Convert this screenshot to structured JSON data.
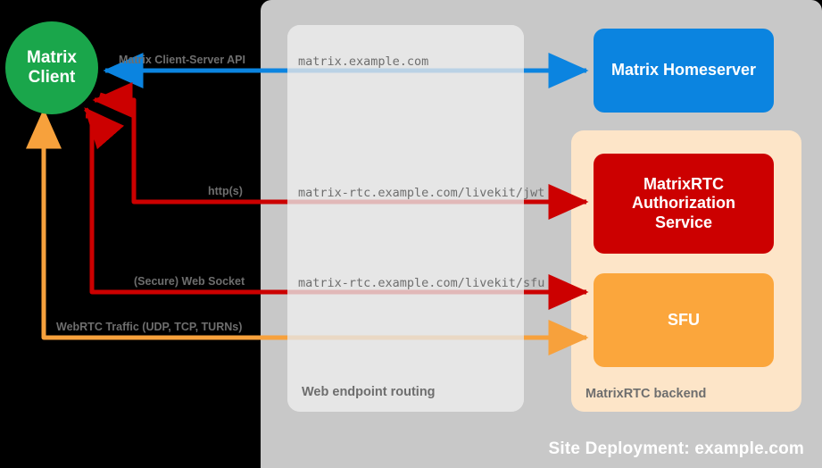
{
  "site": {
    "label": "Site Deployment: example.com",
    "bg_color": "#c8c8c8",
    "label_color": "#ffffff"
  },
  "routing": {
    "label": "Web endpoint routing",
    "bg_color": "#e6e6e6",
    "label_color": "#6e6e6e"
  },
  "backend": {
    "label": "MatrixRTC backend",
    "bg_color": "#fde5c8",
    "label_color": "#6e6e6e"
  },
  "nodes": {
    "client": {
      "line1": "Matrix",
      "line2": "Client",
      "color": "#1aa64b"
    },
    "homeserver": {
      "label": "Matrix Homeserver",
      "color": "#0b84e0"
    },
    "auth": {
      "label": "MatrixRTC\nAuthorization\nService",
      "line1": "MatrixRTC",
      "line2": "Authorization",
      "line3": "Service",
      "color": "#cc0000"
    },
    "sfu": {
      "label": "SFU",
      "color": "#fba63c"
    }
  },
  "edges": [
    {
      "id": "cs-api",
      "label": "Matrix Client-Server API",
      "color": "#0b84e0"
    },
    {
      "id": "https",
      "label": "http(s)",
      "color": "#cc0000"
    },
    {
      "id": "websocket",
      "label": "(Secure) Web Socket",
      "color": "#cc0000"
    },
    {
      "id": "webrtc",
      "label": "WebRTC Traffic (UDP, TCP, TURNs)",
      "color": "#f7a13c"
    }
  ],
  "endpoints": [
    {
      "id": "matrix",
      "url": "matrix.example.com"
    },
    {
      "id": "jwt",
      "url": "matrix-rtc.example.com/livekit/jwt"
    },
    {
      "id": "sfu",
      "url": "matrix-rtc.example.com/livekit/sfu"
    }
  ]
}
